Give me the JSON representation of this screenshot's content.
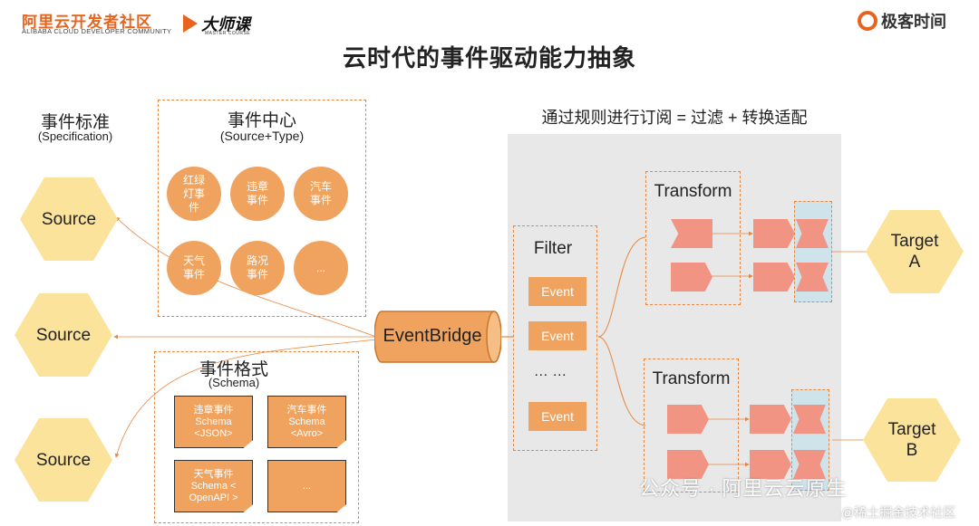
{
  "header": {
    "brand_community": "阿里云开发者社区",
    "brand_community_sub": "ALIBABA CLOUD DEVELOPER COMMUNITY",
    "brand_course": "大师课",
    "brand_course_sub": "MASTER COURSE",
    "brand_geek": "极客时间"
  },
  "title": "云时代的事件驱动能力抽象",
  "spec": {
    "title": "事件标准",
    "subtitle": "(Specification)"
  },
  "sources": [
    "Source",
    "Source",
    "Source"
  ],
  "center": {
    "title": "事件中心",
    "subtitle": "(Source+Type)",
    "items": [
      "红绿灯事件",
      "违章事件",
      "汽车事件",
      "天气事件",
      "路况事件",
      "..."
    ]
  },
  "formats": {
    "title": "事件格式",
    "subtitle": "(Schema)",
    "items": [
      "违章事件 Schema <JSON>",
      "汽车事件 Schema <Avro>",
      "天气事件 Schema < OpenAPI >",
      "..."
    ]
  },
  "bus": "EventBridge",
  "subscription_title": "通过规则进行订阅 = 过滤 + 转换适配",
  "filter": {
    "title": "Filter",
    "events": [
      "Event",
      "Event",
      "… …",
      "Event"
    ]
  },
  "transform_label": "Transform",
  "targets": [
    {
      "line1": "Target",
      "line2": "A"
    },
    {
      "line1": "Target",
      "line2": "B"
    }
  ],
  "watermark": {
    "account": "公众号 · 阿里云云原生",
    "site": "@稀土掘金技术社区"
  },
  "colors": {
    "accent": "#e8641e",
    "hexagon": "#fbe39c",
    "bubble": "#f0a35e",
    "arrow_box": "#f29483"
  }
}
